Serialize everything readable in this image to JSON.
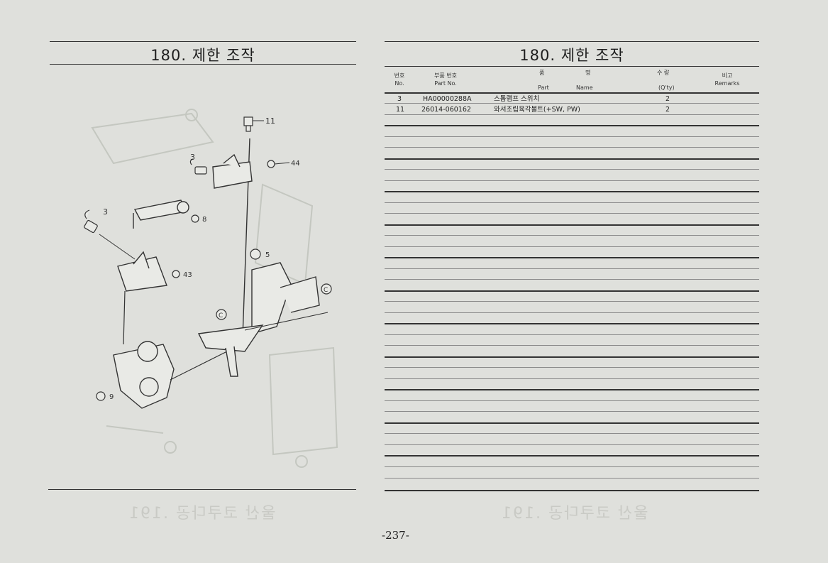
{
  "left_page": {
    "title": "180. 제한 조작",
    "callouts": {
      "c11": "11",
      "c3a": "3",
      "c44": "44",
      "c3b": "3",
      "c8": "8",
      "c43": "43",
      "c5": "5",
      "c9": "9",
      "cC1": "C",
      "cC2": "C"
    }
  },
  "right_page": {
    "title": "180. 제한 조작",
    "headers": {
      "no_ko": "번호",
      "no_en": "No.",
      "part_no_ko": "부품 번호",
      "part_no_en": "Part No.",
      "name_ko_1": "품",
      "name_ko_2": "명",
      "name_en_1": "Part",
      "name_en_2": "Name",
      "qty_ko": "수 량",
      "qty_en": "(Q'ty)",
      "remarks_ko": "비고",
      "remarks_en": "Remarks"
    },
    "rows": [
      {
        "no": "3",
        "part_no": "HA00000288A",
        "name": "스톱램프 스위치",
        "qty": "2"
      },
      {
        "no": "11",
        "part_no": "26014-060162",
        "name": "와셔조립육각볼트(+SW, PW)",
        "qty": "2"
      }
    ]
  },
  "page_number": "-237-"
}
